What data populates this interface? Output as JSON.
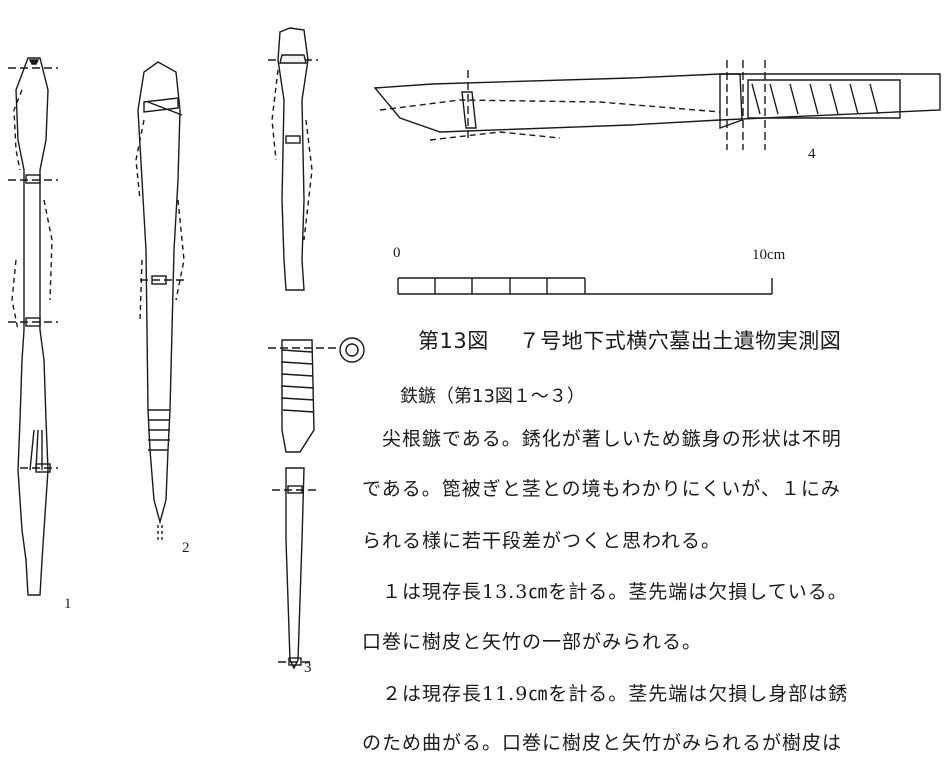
{
  "figure": {
    "item_labels": [
      "1",
      "2",
      "3",
      "4"
    ],
    "scale_bar": {
      "start_label": "0",
      "end_label": "10cm"
    },
    "caption_number": "第13図",
    "caption_title": "７号地下式横穴墓出土遺物実測図"
  },
  "section": {
    "heading": "鉄鏃（第13図１～３）",
    "lines": [
      "　尖根鏃である。銹化が著しいため鏃身の形状は不明",
      "である。箆被ぎと茎との境もわかりにくいが、１にみ",
      "られる様に若干段差がつくと思われる。",
      "　１は現存長13.3㎝を計る。茎先端は欠損している。",
      "口巻に樹皮と矢竹の一部がみられる。",
      "　２は現存長11.9㎝を計る。茎先端は欠損し身部は銹",
      "のため曲がる。口巻に樹皮と矢竹がみられるが樹皮は"
    ]
  }
}
